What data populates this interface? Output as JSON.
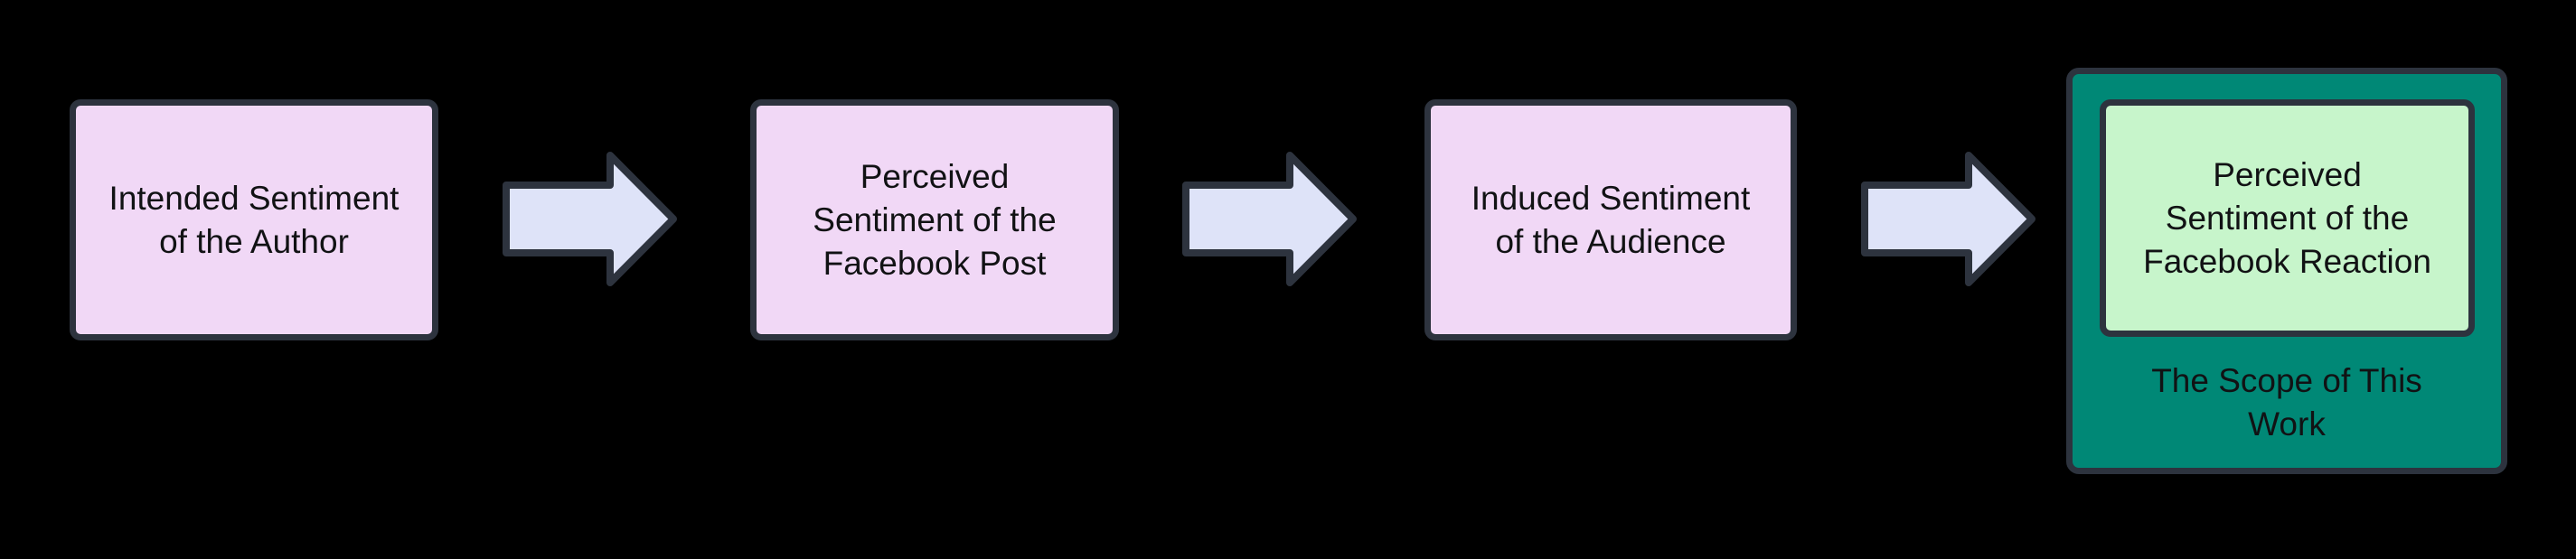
{
  "flow": {
    "colors": {
      "background": "#000000",
      "node_fill": "#f1d8f6",
      "node_border": "#2d333e",
      "arrow_fill": "#dee3f8",
      "arrow_border": "#2d333e",
      "scope_fill": "#008876",
      "highlight_fill": "#c7f5cb",
      "text": "#111214"
    },
    "nodes": [
      {
        "id": "intended-sentiment-author",
        "lines": [
          "Intended Sentiment",
          "of the Author"
        ]
      },
      {
        "id": "perceived-sentiment-facebook-post",
        "lines": [
          "Perceived",
          "Sentiment of the",
          "Facebook Post"
        ]
      },
      {
        "id": "induced-sentiment-audience",
        "lines": [
          "Induced Sentiment",
          "of the Audience"
        ]
      },
      {
        "id": "perceived-sentiment-facebook-reaction",
        "lines": [
          "Perceived",
          "Sentiment of the",
          "Facebook Reaction"
        ]
      }
    ],
    "scope_label_lines": [
      "The Scope of This",
      "Work"
    ]
  }
}
